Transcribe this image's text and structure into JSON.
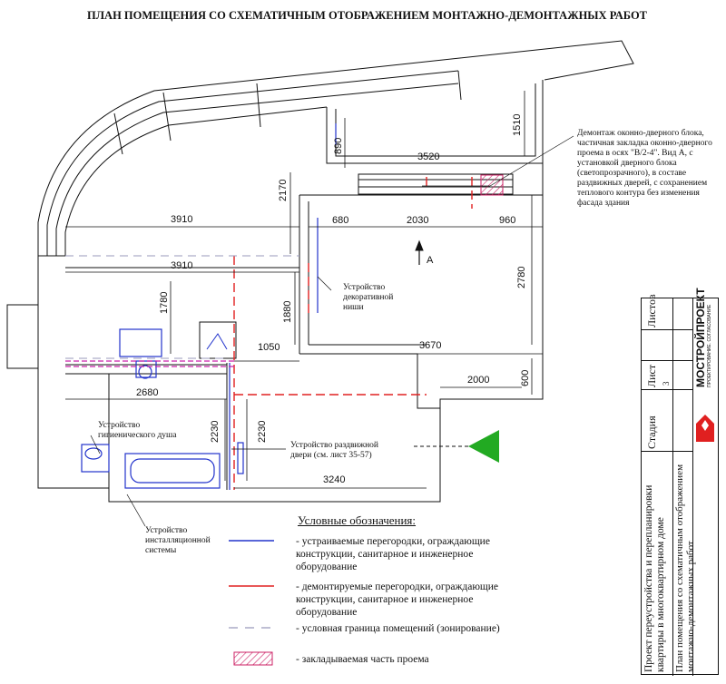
{
  "title": "ПЛАН ПОМЕЩЕНИЯ СО СХЕМАТИЧНЫМ ОТОБРАЖЕНИЕМ МОНТАЖНО-ДЕМОНТАЖНЫХ РАБОТ",
  "dimensions": {
    "d3910a": "3910",
    "d3910b": "3910",
    "d2170": "2170",
    "d890": "890",
    "d1510": "1510",
    "d3520": "3520",
    "d680": "680",
    "d2030": "2030",
    "d960": "960",
    "d2780": "2780",
    "d1780": "1780",
    "d1880": "1880",
    "d1050": "1050",
    "d3670": "3670",
    "d2000": "2000",
    "d600": "600",
    "d2680": "2680",
    "d2230a": "2230",
    "d2230b": "2230",
    "d3240": "3240"
  },
  "view_label": "А",
  "notes": {
    "demolition": "Демонтаж оконно-дверного блока, частичная закладка оконно-дверного проема в осях \"В/2-4\". Вид А, с установкой дверного блока (светопрозрачного), в составе раздвижных дверей, с сохранением теплового контура без изменения фасада здания",
    "niche": "Устройство декоративной ниши",
    "shower": "Устройство гигиенического душа",
    "sliding_door": "Устройство раздвижной двери (см. лист 35-57)",
    "install_system": "Устройство инсталляционной системы"
  },
  "legend": {
    "title": "Условные обозначения:",
    "items": [
      {
        "text": "- устраиваемые перегородки, ограждающие конструкции, санитарное и инженерное оборудование",
        "color": "#2233cc"
      },
      {
        "text": "- демонтируемые перегородки, ограждающие конструкции, санитарное и инженерное оборудование",
        "color": "#e02020"
      },
      {
        "text": "- условная граница помещений (зонирование)",
        "color": "#9999bb"
      },
      {
        "text": "- закладываемая часть проема",
        "color": "#cc2266"
      }
    ]
  },
  "stamp": {
    "project": "Проект переустройства и перепланировки квартиры в многоквартирном доме",
    "sheet_title": "План помещения со схематичным отображением монтажно-демонтажных работ",
    "stage_label": "Стадия",
    "sheet_label": "Лист",
    "sheets_label": "Листов",
    "sheet_number": "3",
    "company": "МОСТРОЙПРОЕКТ",
    "company_sub": "ПРОЕКТИРОВАНИЕ. СОГЛАСОВАНИЕ"
  },
  "colors": {
    "new": "#2233cc",
    "demolish": "#e02020",
    "zone": "#9999bb",
    "fill": "#cc2266",
    "green": "#22aa22"
  }
}
